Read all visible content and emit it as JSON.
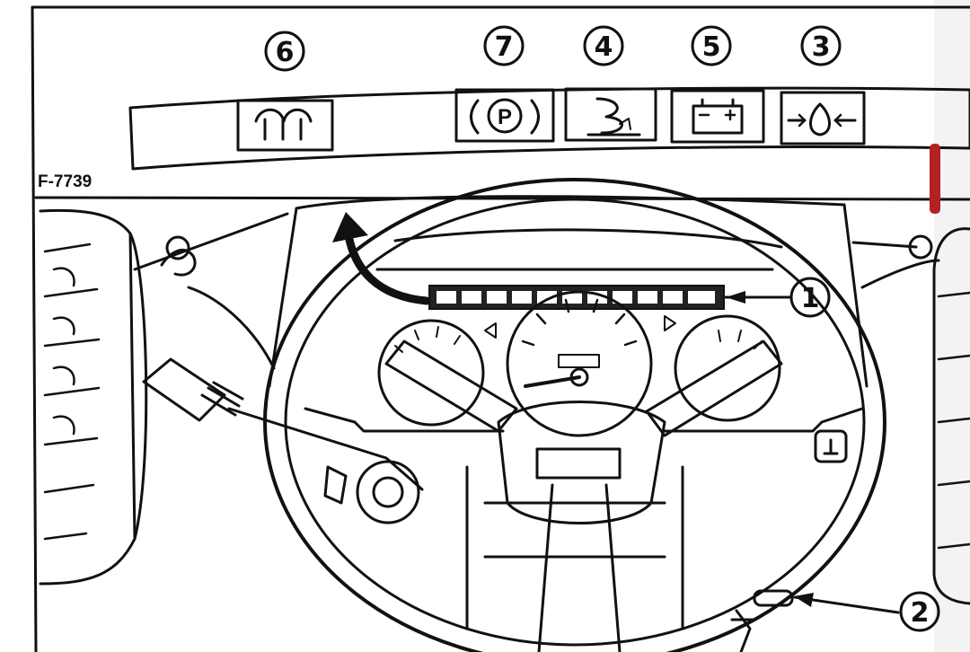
{
  "figure": {
    "code": "F-7739",
    "callouts": {
      "n1": "1",
      "n2": "2",
      "n3": "3",
      "n4": "4",
      "n5": "5",
      "n6": "6",
      "n7": "7"
    },
    "panel_icons": {
      "glow_plug": "glow-plug-icon",
      "parking_brake": "parking-brake-icon",
      "pto": "pto-icon",
      "battery": "battery-icon",
      "oil_pressure": "oil-pressure-icon"
    },
    "parking_brake_symbol": "(P)",
    "accent_color": "#b22222"
  }
}
